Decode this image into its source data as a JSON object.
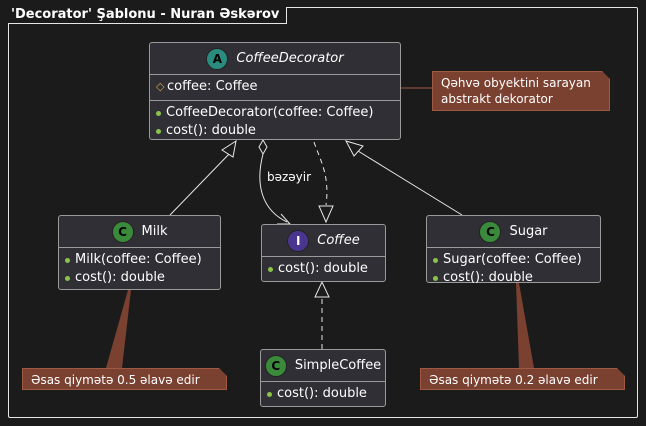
{
  "diagram": {
    "title": "'Decorator' Şablonu - Nuran Əskərov",
    "classes": {
      "coffee_decorator": {
        "kind": "A",
        "name": "CoffeeDecorator",
        "fields": [
          "coffee: Coffee"
        ],
        "methods": [
          "CoffeeDecorator(coffee: Coffee)",
          "cost(): double"
        ]
      },
      "milk": {
        "kind": "C",
        "name": "Milk",
        "methods": [
          "Milk(coffee: Coffee)",
          "cost(): double"
        ]
      },
      "coffee": {
        "kind": "I",
        "name": "Coffee",
        "methods": [
          "cost(): double"
        ]
      },
      "sugar": {
        "kind": "C",
        "name": "Sugar",
        "methods": [
          "Sugar(coffee: Coffee)",
          "cost(): double"
        ]
      },
      "simple_coffee": {
        "kind": "C",
        "name": "SimpleCoffee",
        "methods": [
          "cost(): double"
        ]
      }
    },
    "notes": {
      "decorator_note_line1": "Qəhvə obyektini sarayan",
      "decorator_note_line2": "abstrakt dekorator",
      "milk_note": "Əsas qiymətə 0.5 əlavə edir",
      "sugar_note": "Əsas qiymətə 0.2 əlavə edir"
    },
    "relations": {
      "aggregation_label": "bəzəyir"
    },
    "colors": {
      "background": "#1b1b1b",
      "class_fill": "#2f2f35",
      "note_fill": "#7a4030",
      "abstract_badge": "#2a8c7e",
      "class_badge": "#3b8a3b",
      "interface_badge": "#4a3691"
    }
  }
}
